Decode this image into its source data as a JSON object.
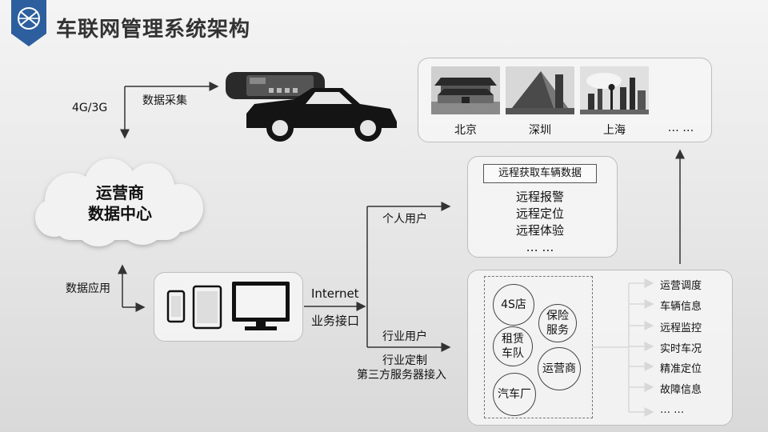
{
  "header": {
    "title": "车联网管理系统架构"
  },
  "left": {
    "network_label": "4G/3G",
    "collect_label": "数据采集",
    "cloud_line1": "运营商",
    "cloud_line2": "数据中心",
    "apply_label": "数据应用"
  },
  "middle": {
    "internet_label": "Internet",
    "api_label": "业务接口"
  },
  "cities": {
    "items": [
      "北京",
      "深圳",
      "上海"
    ],
    "more": "… …"
  },
  "personal": {
    "label": "个人用户",
    "header": "远程获取车辆数据",
    "items": [
      "远程报警",
      "远程定位",
      "远程体验"
    ],
    "more": "… …"
  },
  "industry": {
    "label": "行业用户",
    "custom_label": "行业定制",
    "third_party_label": "第三方服务器接入",
    "partners": [
      "4S店",
      "保险服务",
      "租赁车队",
      "运营商",
      "汽车厂"
    ],
    "services": [
      "运营调度",
      "车辆信息",
      "远程监控",
      "实时车况",
      "精准定位",
      "故障信息"
    ],
    "more": "… …"
  },
  "colors": {
    "accent": "#2d5f9e",
    "title": "#333333",
    "line": "#333333"
  }
}
